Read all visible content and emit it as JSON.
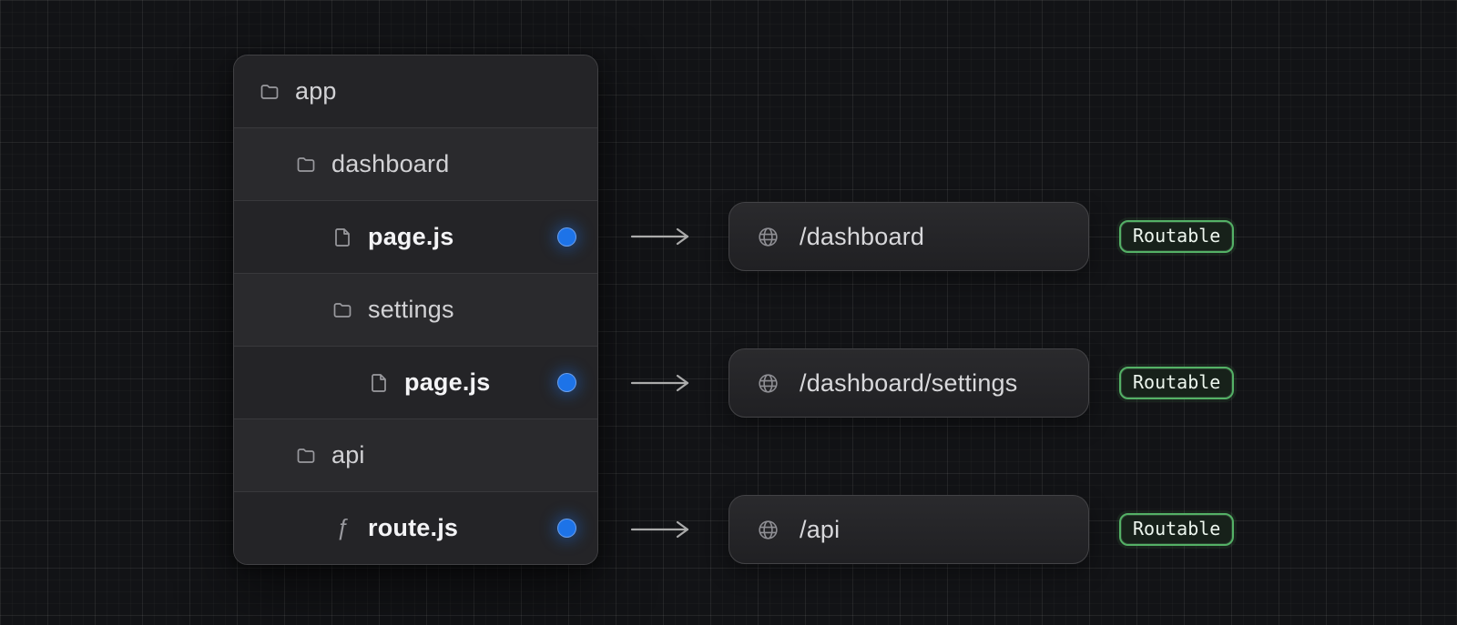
{
  "diagram_title": "app-router-file-tree-to-routes",
  "tree": {
    "rows": [
      {
        "name": "app",
        "type": "folder",
        "level": 0,
        "routable": false
      },
      {
        "name": "dashboard",
        "type": "folder",
        "level": 1,
        "routable": false
      },
      {
        "name": "page.js",
        "type": "file",
        "level": 2,
        "routable": true
      },
      {
        "name": "settings",
        "type": "folder",
        "level": 2,
        "routable": false
      },
      {
        "name": "page.js",
        "type": "file",
        "level": 3,
        "routable": true
      },
      {
        "name": "api",
        "type": "folder",
        "level": 1,
        "routable": false
      },
      {
        "name": "route.js",
        "type": "function",
        "level": 2,
        "routable": true
      }
    ]
  },
  "routes": [
    {
      "path": "/dashboard",
      "badge": "Routable"
    },
    {
      "path": "/dashboard/settings",
      "badge": "Routable"
    },
    {
      "path": "/api",
      "badge": "Routable"
    }
  ],
  "icons": {
    "folder": "folder-icon",
    "file": "document-icon",
    "function": "function-f-icon",
    "globe": "globe-icon",
    "arrow": "arrow-right-icon",
    "dot": "routable-dot"
  },
  "colors": {
    "background": "#121316",
    "panel_bg": "#242427",
    "panel_alt_row": "#2a2a2d",
    "panel_border": "#414144",
    "divider": "#39393c",
    "folder_text": "#d2d2d5",
    "file_text": "#f4f4f6",
    "icon_gray": "#9a9a9f",
    "dot_blue": "#1d73e8",
    "pill_bg": "#242427",
    "pill_border": "#434346",
    "route_text": "#d8d8db",
    "arrow_gray": "#ababab",
    "badge_green_border": "#54b166",
    "badge_bg": "#17211a",
    "badge_text": "#edf6ee"
  }
}
